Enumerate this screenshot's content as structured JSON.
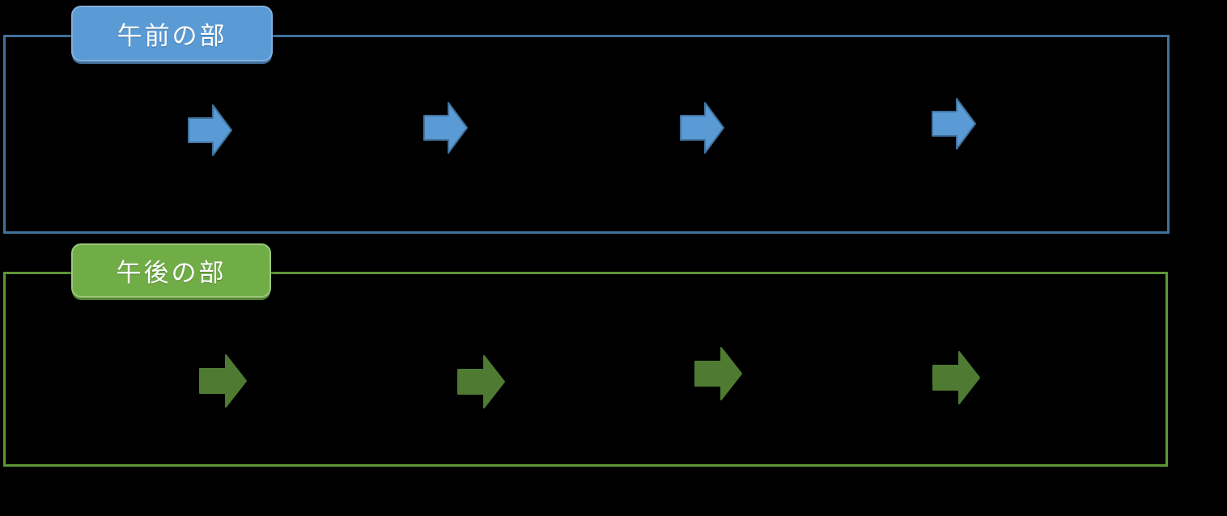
{
  "theme": {
    "background": "#000000",
    "blue-label-fill": "#5B9BD5",
    "blue-label-border": "#84AEDC",
    "blue-dark": "#41719C",
    "blue-box-border": "#41719C",
    "blue-arrow-fill": "#5B9BD5",
    "blue-arrow-stroke": "#41719C",
    "green-label-fill": "#70AD47",
    "green-label-border": "#9CC87B",
    "green-dark": "#548235",
    "green-box-border": "#5E9638",
    "green-arrow-fill": "#4E7B31",
    "green-arrow-stroke": "#4E7B31"
  },
  "sections": [
    {
      "id": "morning",
      "label": "午前の部",
      "color": "#5B9BD5",
      "arrow_count": 4,
      "arrow_icon": "right-arrow-icon"
    },
    {
      "id": "afternoon",
      "label": "午後の部",
      "color": "#70AD47",
      "arrow_count": 4,
      "arrow_icon": "right-arrow-icon"
    }
  ]
}
